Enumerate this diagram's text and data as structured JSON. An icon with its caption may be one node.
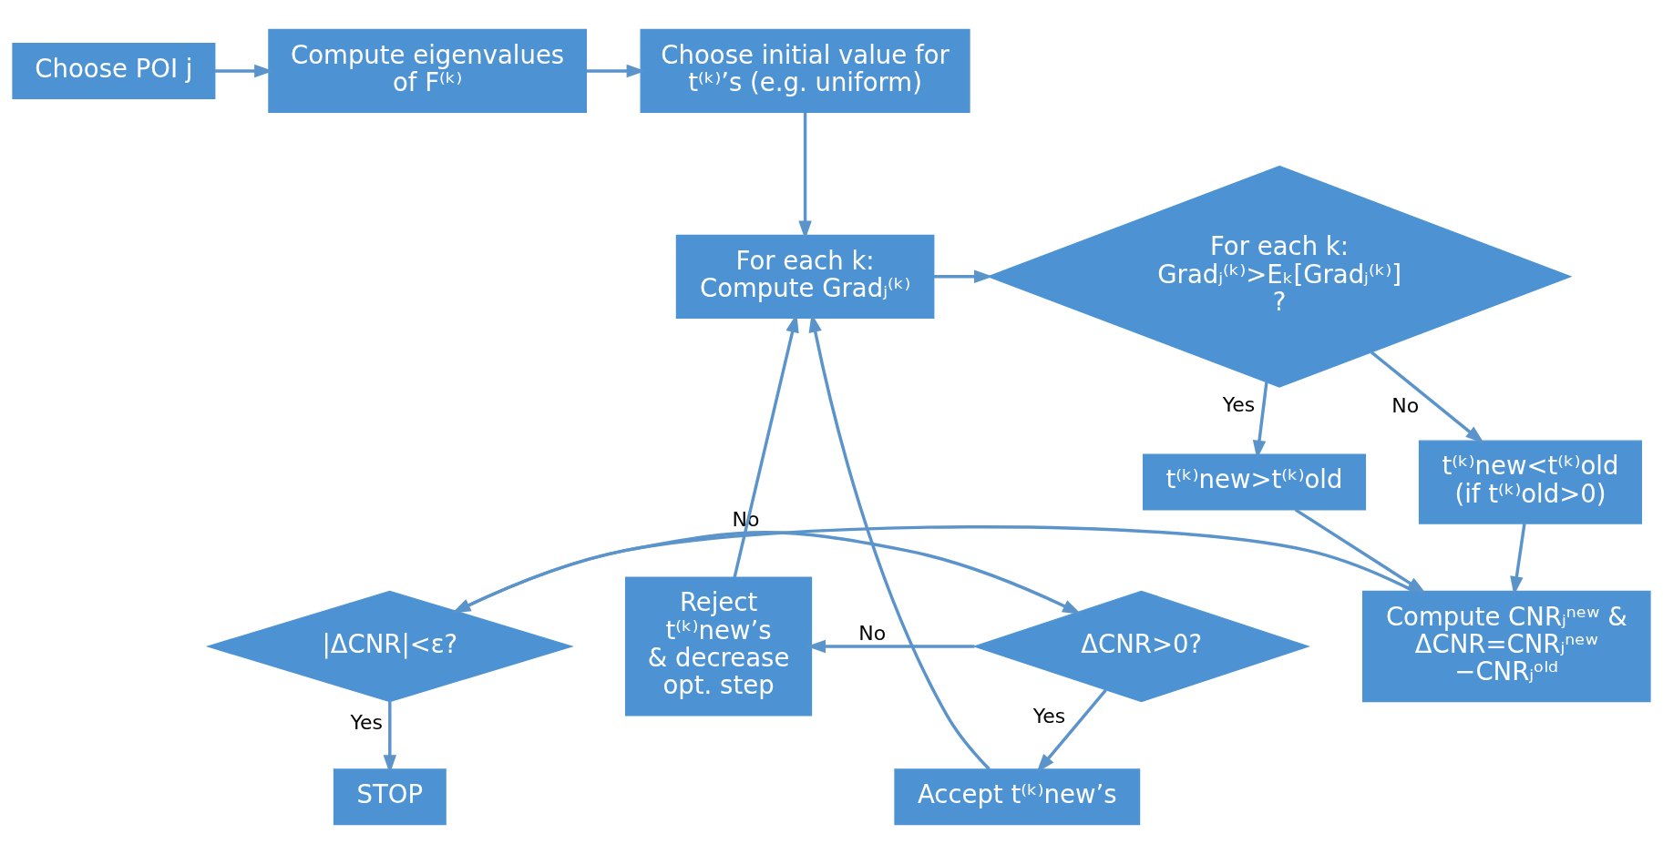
{
  "diagram": {
    "nodes": [
      {
        "text": [
          "Choose POI j"
        ]
      },
      {
        "text": [
          "Compute eigenvalues of F⁽ᵏ⁾"
        ]
      },
      {
        "text": [
          "Choose initial value for t⁽ᵏ⁾’s (e.g. uniform)"
        ]
      },
      {
        "text": [
          "For each k: Compute Gradⱼ⁽ᵏ⁾"
        ]
      },
      {
        "text": [
          "For each k: Gradⱼ⁽ᵏ⁾>Eₖ[Gradⱼ⁽ᵏ⁾] ?"
        ]
      },
      {
        "text": [
          "t⁽ᵏ⁾new>t⁽ᵏ⁾old"
        ]
      },
      {
        "text": [
          "t⁽ᵏ⁾new<t⁽ᵏ⁾old (if t⁽ᵏ⁾old>0)"
        ]
      },
      {
        "text": [
          "Compute CNRⱼⁿᵉʷ & ΔCNR=CNRⱼⁿᵉʷ −CNRⱼᵒˡᵈ"
        ]
      },
      {
        "text": [
          "|ΔCNR|<ε?"
        ]
      },
      {
        "text": [
          "ΔCNR>0?"
        ]
      },
      {
        "text": [
          "Reject t⁽ᵏ⁾new’s & decrease opt. step"
        ]
      },
      {
        "text": [
          "Accept t⁽ᵏ⁾new’s"
        ]
      },
      {
        "text": [
          "STOP"
        ]
      }
    ],
    "edges": [
      {
        "from": 0,
        "to": 1,
        "arrow": "to"
      },
      {
        "from": 1,
        "to": 2,
        "arrow": "to"
      },
      {
        "from": 2,
        "to": 3,
        "arrow": "to"
      },
      {
        "from": 3,
        "to": 4,
        "arrow": "to"
      },
      {
        "from": 4,
        "to": 5,
        "arrow": "to",
        "label": "Yes"
      },
      {
        "from": 4,
        "to": 6,
        "arrow": "to",
        "label": "No"
      },
      {
        "from": 5,
        "to": 7,
        "arrow": "to"
      },
      {
        "from": 6,
        "to": 7,
        "arrow": "to"
      },
      {
        "from": 7,
        "to": 8,
        "arrow": "to"
      },
      {
        "from": 8,
        "to": 9,
        "arrow": "to",
        "label": "No"
      },
      {
        "from": 8,
        "to": 12,
        "arrow": "to",
        "label": "Yes"
      },
      {
        "from": 9,
        "to": 10,
        "arrow": "to",
        "label": "No"
      },
      {
        "from": 9,
        "to": 11,
        "arrow": "to",
        "label": "Yes"
      },
      {
        "from": 10,
        "to": 3,
        "arrow": "to"
      },
      {
        "from": 11,
        "to": 3,
        "arrow": "to"
      }
    ]
  }
}
